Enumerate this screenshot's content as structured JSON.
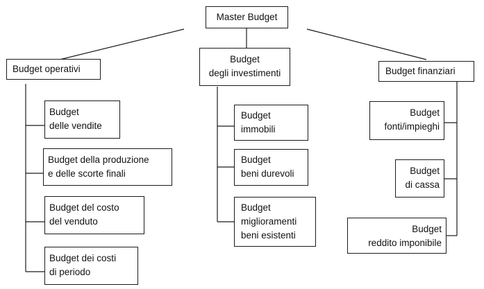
{
  "master": "Master Budget",
  "categories": {
    "operativi": "Budget operativi",
    "investimenti": [
      "Budget",
      "degli investimenti"
    ],
    "finanziari": "Budget finanziari"
  },
  "operativi_items": [
    [
      "Budget",
      "delle vendite"
    ],
    [
      "Budget della produzione",
      "e delle scorte finali"
    ],
    [
      "Budget del costo",
      "del venduto"
    ],
    [
      "Budget dei costi",
      "di periodo"
    ]
  ],
  "investimenti_items": [
    [
      "Budget",
      "immobili"
    ],
    [
      "Budget",
      "beni durevoli"
    ],
    [
      "Budget",
      "miglioramenti",
      "beni esistenti"
    ]
  ],
  "finanziari_items": [
    [
      "Budget",
      "fonti/impieghi"
    ],
    [
      "Budget",
      "di cassa"
    ],
    [
      "Budget",
      "reddito imponibile"
    ]
  ]
}
